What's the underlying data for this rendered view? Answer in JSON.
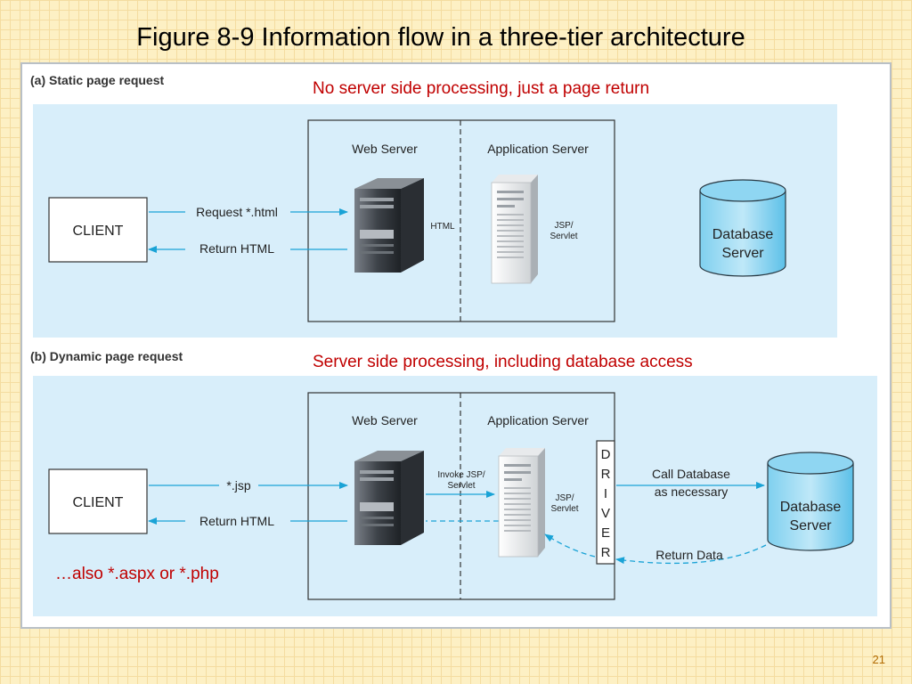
{
  "title": "Figure 8-9 Information flow in a three-tier architecture",
  "slide_number": "21",
  "panel_a": {
    "label": "(a) Static page request",
    "caption": "No server side processing, just a page return",
    "web_server_label": "Web Server",
    "app_server_label": "Application Server",
    "client_label": "CLIENT",
    "request_label": "Request *.html",
    "return_label": "Return HTML",
    "html_label": "HTML",
    "jsp_line1": "JSP/",
    "jsp_line2": "Servlet",
    "db_line1": "Database",
    "db_line2": "Server"
  },
  "panel_b": {
    "label": "(b) Dynamic page request",
    "caption": "Server side processing, including database access",
    "web_server_label": "Web Server",
    "app_server_label": "Application Server",
    "client_label": "CLIENT",
    "request_label": "*.jsp",
    "return_label": "Return HTML",
    "invoke_line1": "Invoke JSP/",
    "invoke_line2": "Servlet",
    "jsp_line1": "JSP/",
    "jsp_line2": "Servlet",
    "driver_letters": [
      "D",
      "R",
      "I",
      "V",
      "E",
      "R"
    ],
    "call_line1": "Call Database",
    "call_line2": "as necessary",
    "return_data_label": "Return Data",
    "db_line1": "Database",
    "db_line2": "Server",
    "note": "…also *.aspx or *.php"
  }
}
